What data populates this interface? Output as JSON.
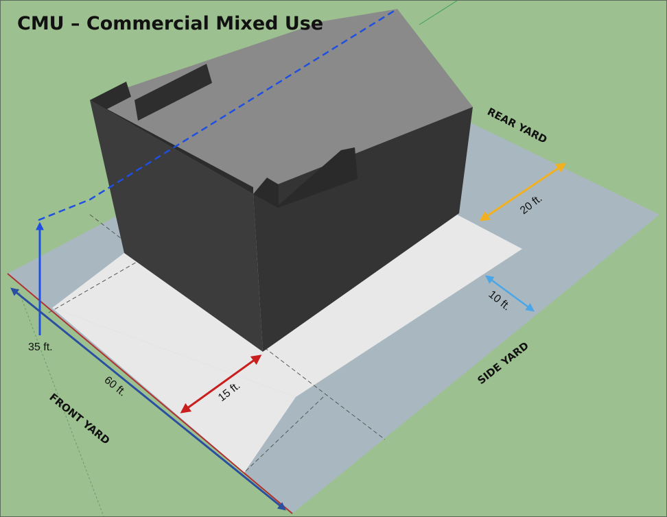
{
  "title": "CMU – Commercial Mixed Use",
  "dimensions": {
    "height": "35 ft.",
    "lot_width": "60 ft.",
    "front_setback": "15 ft.",
    "side_setback": "10 ft.",
    "rear_setback": "20 ft."
  },
  "yards": {
    "front": "FRONT YARD",
    "side": "SIDE YARD",
    "rear": "REAR YARD"
  },
  "colors": {
    "grass": "#9cc08f",
    "lot": "#a9b8c0",
    "buildable_area": "#e8e8e8",
    "building_dark": "#3a3a3a",
    "building_roof": "#8a8a8a",
    "height_arrow": "#1f4fe0",
    "front_arrow": "#c81e1e",
    "side_arrow": "#4aa6e6",
    "rear_arrow": "#f0b020",
    "lot_width_arrow": "#2a4fa0"
  }
}
